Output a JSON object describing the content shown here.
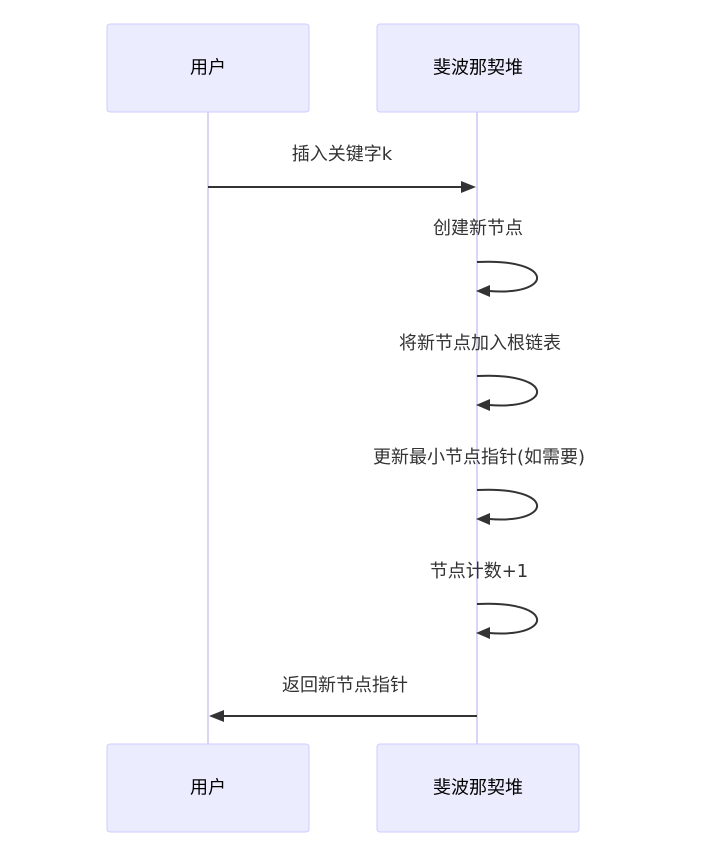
{
  "actors": {
    "user": "用户",
    "heap": "斐波那契堆"
  },
  "messages": [
    {
      "from": "user",
      "to": "heap",
      "label": "插入关键字k"
    },
    {
      "from": "heap",
      "to": "heap",
      "label": "创建新节点"
    },
    {
      "from": "heap",
      "to": "heap",
      "label": "将新节点加入根链表"
    },
    {
      "from": "heap",
      "to": "heap",
      "label": "更新最小节点指针(如需要)"
    },
    {
      "from": "heap",
      "to": "heap",
      "label": "节点计数+1"
    },
    {
      "from": "heap",
      "to": "user",
      "label": "返回新节点指针"
    }
  ],
  "colors": {
    "actor_fill": "#ECECFF",
    "actor_stroke": "#CCCCFF",
    "lifeline": "#DCD4F4",
    "arrow": "#333333"
  }
}
